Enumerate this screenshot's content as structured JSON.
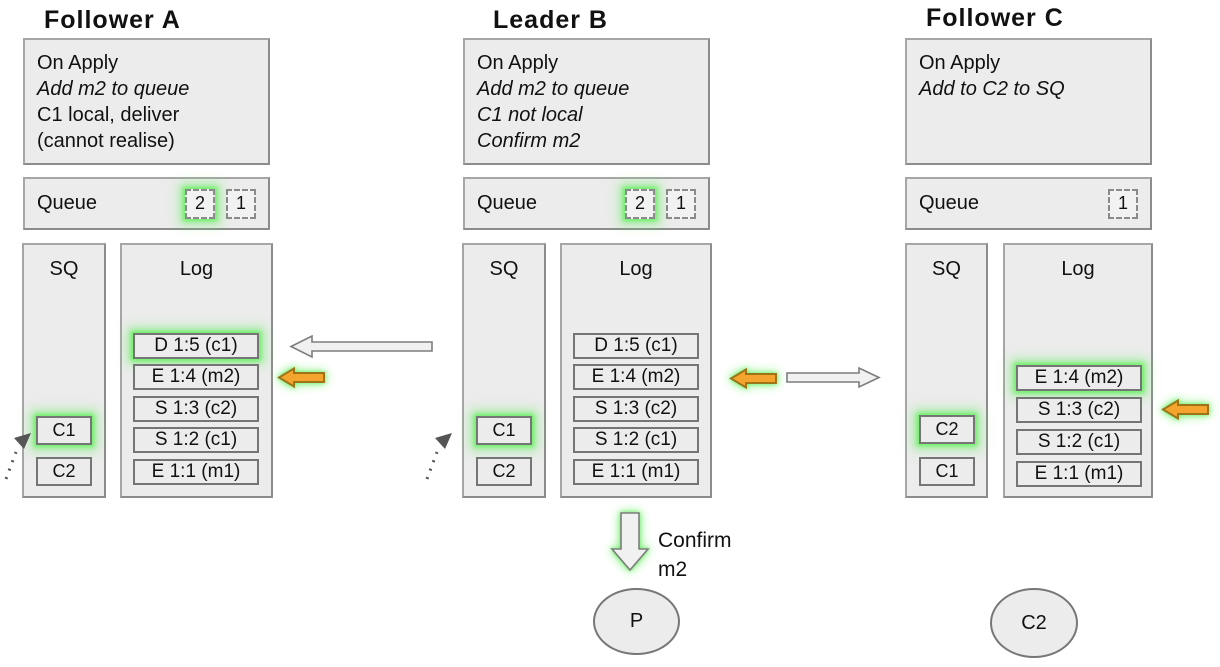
{
  "nodes": [
    {
      "title": "Follower A",
      "on_apply": {
        "lines": [
          "On Apply",
          "Add m2 to queue",
          "C1 local, deliver",
          "(cannot realise)"
        ]
      },
      "queue": {
        "label": "Queue",
        "slots": [
          {
            "value": "2",
            "highlighted": true
          },
          {
            "value": "1",
            "highlighted": false
          }
        ]
      },
      "sq": {
        "label": "SQ",
        "entries": [
          {
            "value": "C1",
            "highlighted": true
          },
          {
            "value": "C2",
            "highlighted": false
          }
        ]
      },
      "log": {
        "label": "Log",
        "entries": [
          {
            "value": "D 1:5 (c1)",
            "highlighted": true
          },
          {
            "value": "E 1:4 (m2)",
            "highlighted": false
          },
          {
            "value": "S 1:3 (c2)",
            "highlighted": false
          },
          {
            "value": "S 1:2 (c1)",
            "highlighted": false
          },
          {
            "value": "E 1:1 (m1)",
            "highlighted": false
          }
        ]
      }
    },
    {
      "title": "Leader B",
      "on_apply": {
        "lines": [
          "On Apply",
          "Add m2 to queue",
          "C1 not local",
          "Confirm m2"
        ]
      },
      "queue": {
        "label": "Queue",
        "slots": [
          {
            "value": "2",
            "highlighted": true
          },
          {
            "value": "1",
            "highlighted": false
          }
        ]
      },
      "sq": {
        "label": "SQ",
        "entries": [
          {
            "value": "C1",
            "highlighted": true
          },
          {
            "value": "C2",
            "highlighted": false
          }
        ]
      },
      "log": {
        "label": "Log",
        "entries": [
          {
            "value": "D 1:5 (c1)",
            "highlighted": false
          },
          {
            "value": "E 1:4 (m2)",
            "highlighted": false
          },
          {
            "value": "S 1:3 (c2)",
            "highlighted": false
          },
          {
            "value": "S 1:2 (c1)",
            "highlighted": false
          },
          {
            "value": "E 1:1 (m1)",
            "highlighted": false
          }
        ]
      }
    },
    {
      "title": "Follower C",
      "on_apply": {
        "lines": [
          "On Apply",
          "Add to C2 to SQ"
        ]
      },
      "queue": {
        "label": "Queue",
        "slots": [
          {
            "value": "1",
            "highlighted": false
          }
        ]
      },
      "sq": {
        "label": "SQ",
        "entries": [
          {
            "value": "C2",
            "highlighted": true
          },
          {
            "value": "C1",
            "highlighted": false
          }
        ]
      },
      "log": {
        "label": "Log",
        "entries": [
          {
            "value": "E 1:4 (m2)",
            "highlighted": true
          },
          {
            "value": "S 1:3 (c2)",
            "highlighted": false
          },
          {
            "value": "S 1:2 (c1)",
            "highlighted": false
          },
          {
            "value": "E 1:1 (m1)",
            "highlighted": false
          }
        ]
      }
    }
  ],
  "confirm": {
    "lines": [
      "Confirm",
      "m2"
    ]
  },
  "actors": [
    {
      "label": "P"
    },
    {
      "label": "C2"
    }
  ],
  "colors": {
    "panel_fill": "#ececec",
    "panel_border": "#a6a6a6",
    "entry_border": "#757575",
    "glow_green": "#6af064",
    "arrow_orange_fill": "#f5a42e",
    "arrow_orange_stroke": "#9c741a",
    "arrow_gray_fill": "#f1f1f1",
    "arrow_gray_stroke": "#7d7d7d",
    "dotted_arrow": "#555555"
  }
}
